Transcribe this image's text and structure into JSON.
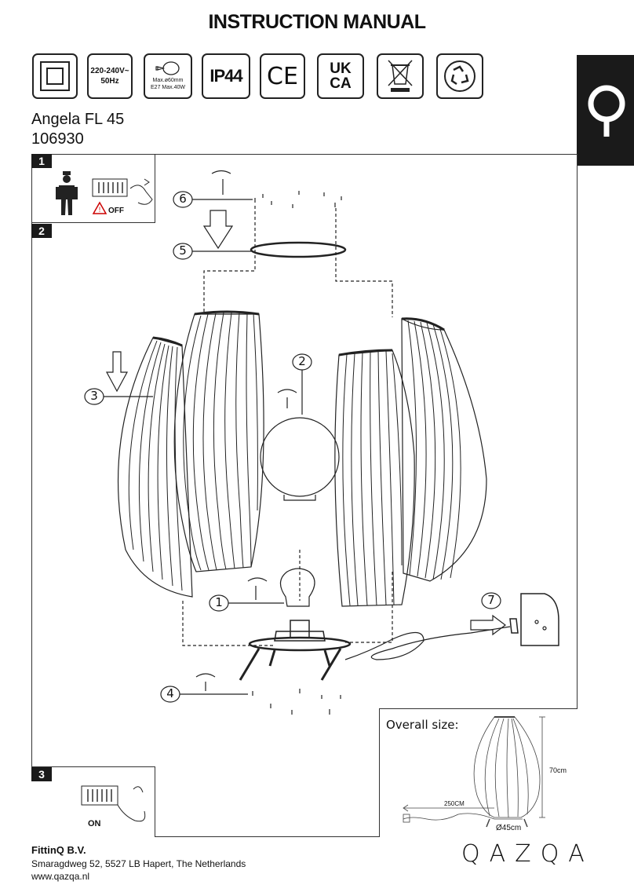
{
  "title": "INSTRUCTION MANUAL",
  "icons": [
    {
      "name": "class-ii-double-insulation-icon"
    },
    {
      "name": "voltage-label",
      "line1": "220-240V~",
      "line2": "50Hz"
    },
    {
      "name": "bulb-spec-icon",
      "line1": "Max.ø60mm",
      "line2": "E27 Max.40W"
    },
    {
      "name": "ip-rating",
      "text": "IP44"
    },
    {
      "name": "ce-mark",
      "text": "CE"
    },
    {
      "name": "ukca-mark",
      "line1": "UK",
      "line2": "CA"
    },
    {
      "name": "weee-bin-icon"
    },
    {
      "name": "recycle-icon"
    }
  ],
  "product": {
    "name": "Angela FL 45",
    "code": "106930"
  },
  "steps": {
    "s1": {
      "number": "1",
      "warning": "OFF"
    },
    "s2": {
      "number": "2"
    },
    "s3": {
      "number": "3",
      "label": "ON"
    }
  },
  "callouts": [
    "1",
    "2",
    "3",
    "4",
    "5",
    "6",
    "7"
  ],
  "overall_size": {
    "label": "Overall size:",
    "height": "70cm",
    "cable": "250CM",
    "diameter": "Ø45cm"
  },
  "footer": {
    "company": "FittinQ B.V.",
    "address": "Smaragdweg 52, 5527 LB Hapert, The Netherlands",
    "website": "www.qazqa.nl",
    "logo": "QAZQA"
  }
}
